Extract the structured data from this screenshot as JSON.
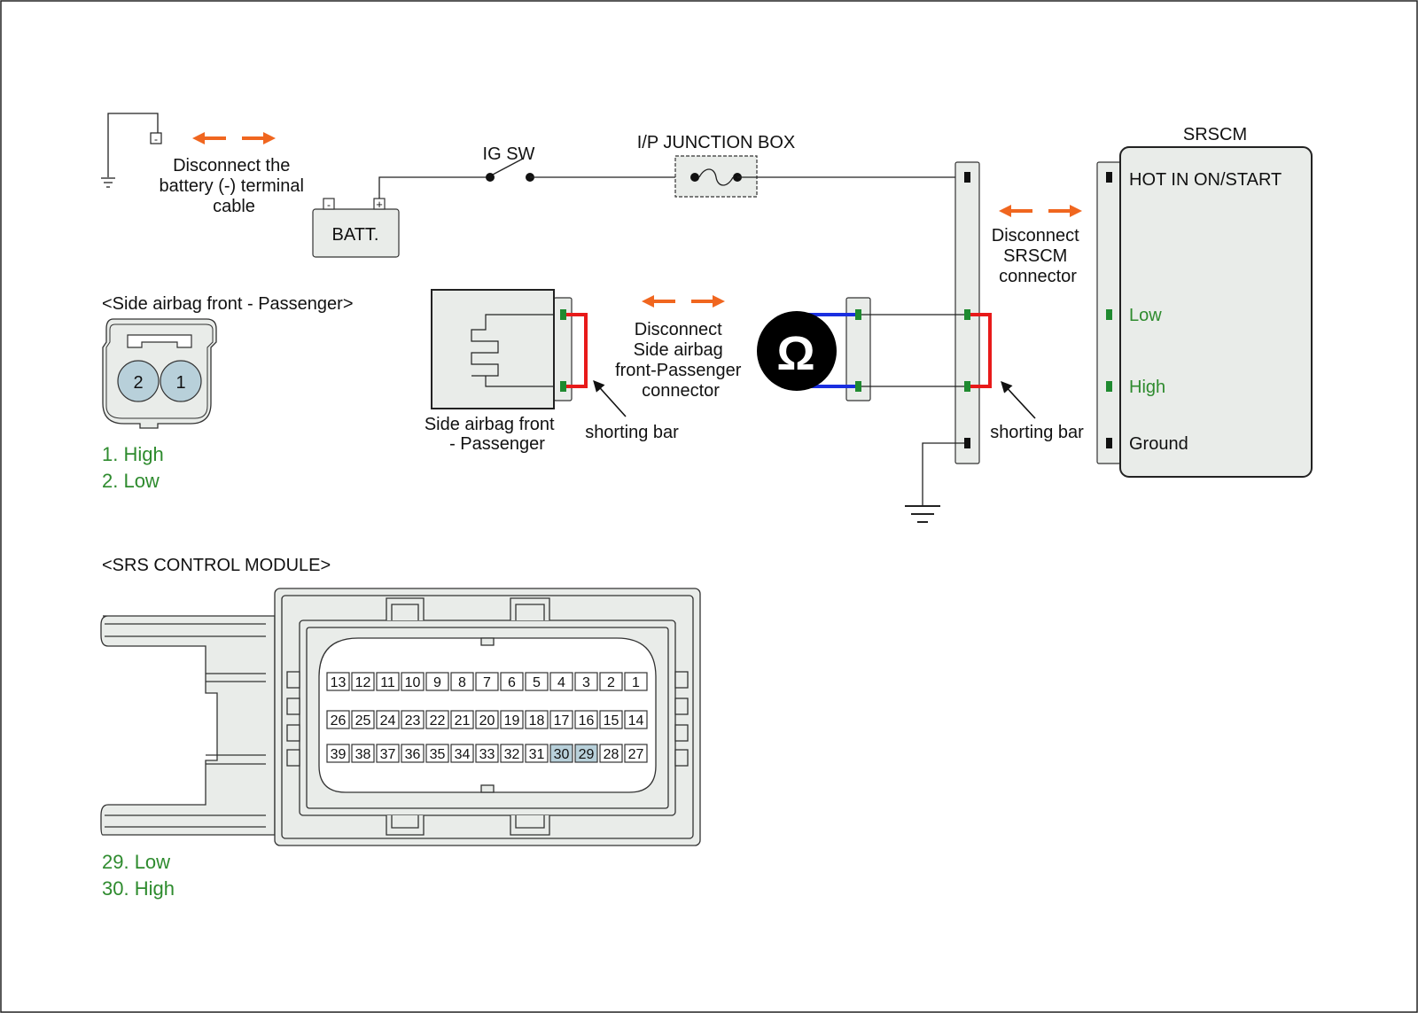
{
  "colors": {
    "arrow": "#f0661f",
    "label_green": "#2e8b2e",
    "wire_red": "#e81a1a",
    "wire_blue": "#1a2fe0",
    "body_fill": "#e9ece9",
    "pin_highlight": "#b8d0da",
    "pin_green": "#1f8a30"
  },
  "battery": {
    "ground_terminal_label": "-",
    "disconnect_note": [
      "Disconnect the",
      "battery (-) terminal",
      "cable"
    ],
    "label": "BATT.",
    "neg_terminal": "-",
    "pos_terminal": "+"
  },
  "ig_switch": {
    "label": "IG SW"
  },
  "junction_box": {
    "label": "I/P JUNCTION BOX"
  },
  "srscm": {
    "title": "SRSCM",
    "pins": [
      "HOT IN ON/START",
      "Low",
      "High",
      "Ground"
    ],
    "disconnect_note": [
      "Disconnect",
      "SRSCM",
      "connector"
    ],
    "shorting_bar": "shorting bar"
  },
  "airbag": {
    "section_title": "<Side airbag front - Passenger>",
    "connector_pins": [
      "2",
      "1"
    ],
    "pin_legend": [
      "1. High",
      "2. Low"
    ],
    "component_label": [
      "Side airbag front",
      "- Passenger"
    ],
    "shorting_bar": "shorting bar",
    "disconnect_note": [
      "Disconnect",
      "Side airbag",
      "front-Passenger",
      "connector"
    ]
  },
  "ohmmeter": {
    "symbol": "Ω",
    "icon": "ohmmeter-icon"
  },
  "module": {
    "section_title": "<SRS CONTROL MODULE>",
    "rows": [
      [
        "13",
        "12",
        "11",
        "10",
        "9",
        "8",
        "7",
        "6",
        "5",
        "4",
        "3",
        "2",
        "1"
      ],
      [
        "26",
        "25",
        "24",
        "23",
        "22",
        "21",
        "20",
        "19",
        "18",
        "17",
        "16",
        "15",
        "14"
      ],
      [
        "39",
        "38",
        "37",
        "36",
        "35",
        "34",
        "33",
        "32",
        "31",
        "30",
        "29",
        "28",
        "27"
      ]
    ],
    "highlighted_pins": [
      "30",
      "29"
    ],
    "pin_legend": [
      "29. Low",
      "30. High"
    ]
  }
}
